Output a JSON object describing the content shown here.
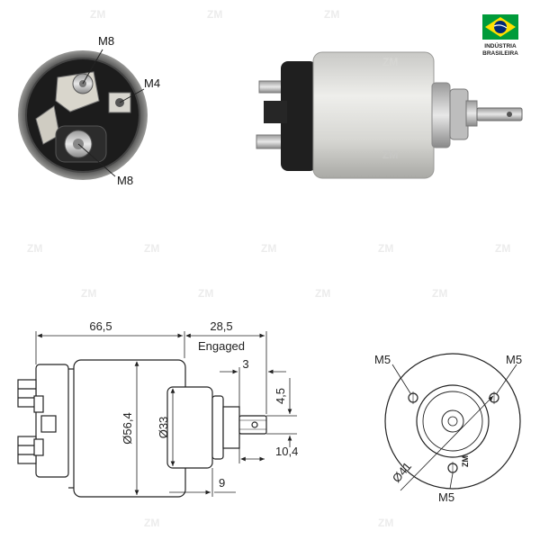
{
  "brand": {
    "watermark": "ZM",
    "flag_caption_line1": "INDÚSTRIA",
    "flag_caption_line2": "BRASILEIRA"
  },
  "photo_labels": {
    "m8_top": "M8",
    "m4": "M4",
    "m8_bottom": "M8"
  },
  "side_view": {
    "length_body": "66,5",
    "length_plunger": "28,5",
    "engaged_note": "Engaged",
    "dim_3": "3",
    "dim_4_5": "4,5",
    "dim_10_4": "10,4",
    "dim_9": "9",
    "diameter_body": "Ø56,4",
    "diameter_nose": "Ø33"
  },
  "front_view": {
    "m5_left": "M5",
    "m5_right": "M5",
    "m5_bottom": "M5",
    "diameter_bolt_circle": "Ø41"
  },
  "colors": {
    "line": "#333333",
    "body_fill": "#ffffff",
    "flag_green": "#009b3a",
    "flag_yellow": "#fedf00",
    "flag_blue": "#002776"
  }
}
